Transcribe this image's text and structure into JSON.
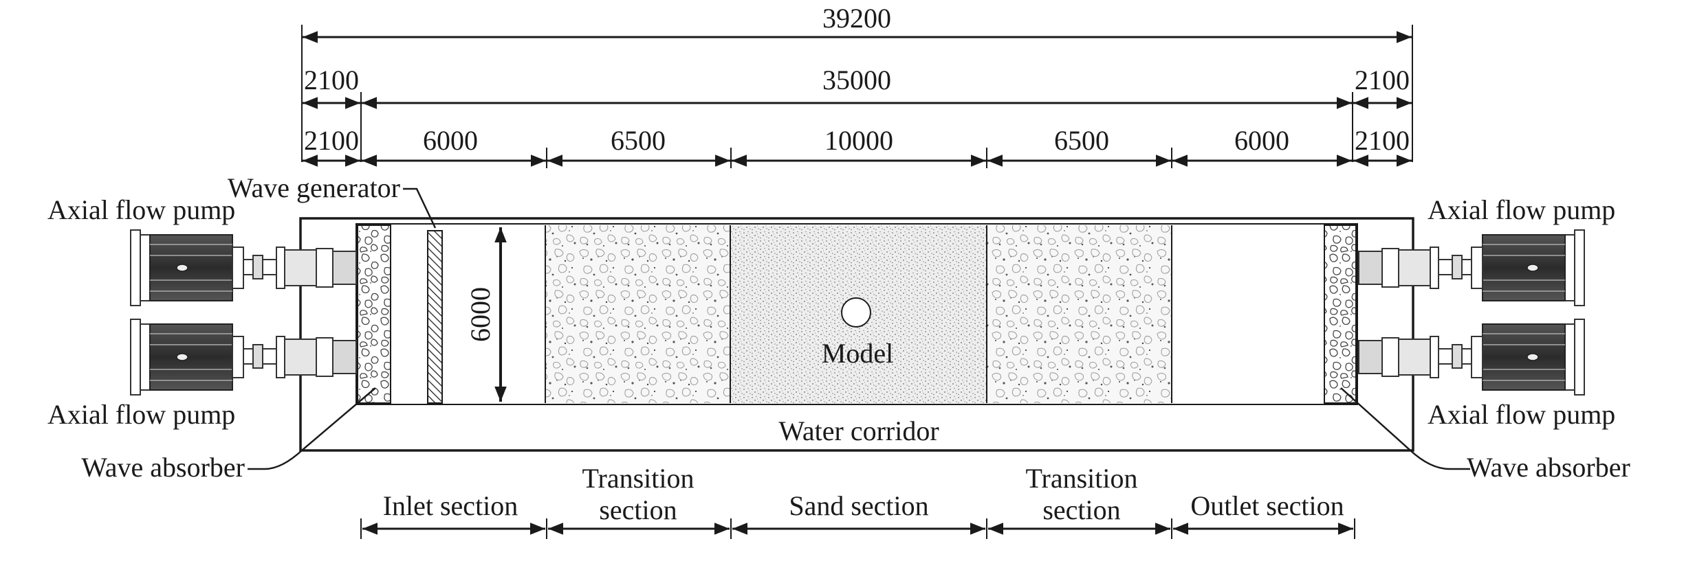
{
  "dimensions": {
    "total": "39200",
    "mid": "35000",
    "left_outer": "2100",
    "right_outer": "2100",
    "sections": [
      "2100",
      "6000",
      "6500",
      "10000",
      "6500",
      "6000",
      "2100"
    ],
    "width": "6000"
  },
  "labels": {
    "wave_generator": "Wave generator",
    "pump_top_left": "Axial flow pump",
    "pump_bottom_left": "Axial flow pump",
    "pump_top_right": "Axial flow pump",
    "pump_bottom_right": "Axial flow pump",
    "model": "Model",
    "water_corridor": "Water corridor",
    "absorber_left": "Wave absorber",
    "absorber_right": "Wave absorber"
  },
  "sections": {
    "inlet": "Inlet section",
    "transition_left_1": "Transition",
    "transition_left_2": "section",
    "sand": "Sand section",
    "transition_right_1": "Transition",
    "transition_right_2": "section",
    "outlet": "Outlet section"
  }
}
